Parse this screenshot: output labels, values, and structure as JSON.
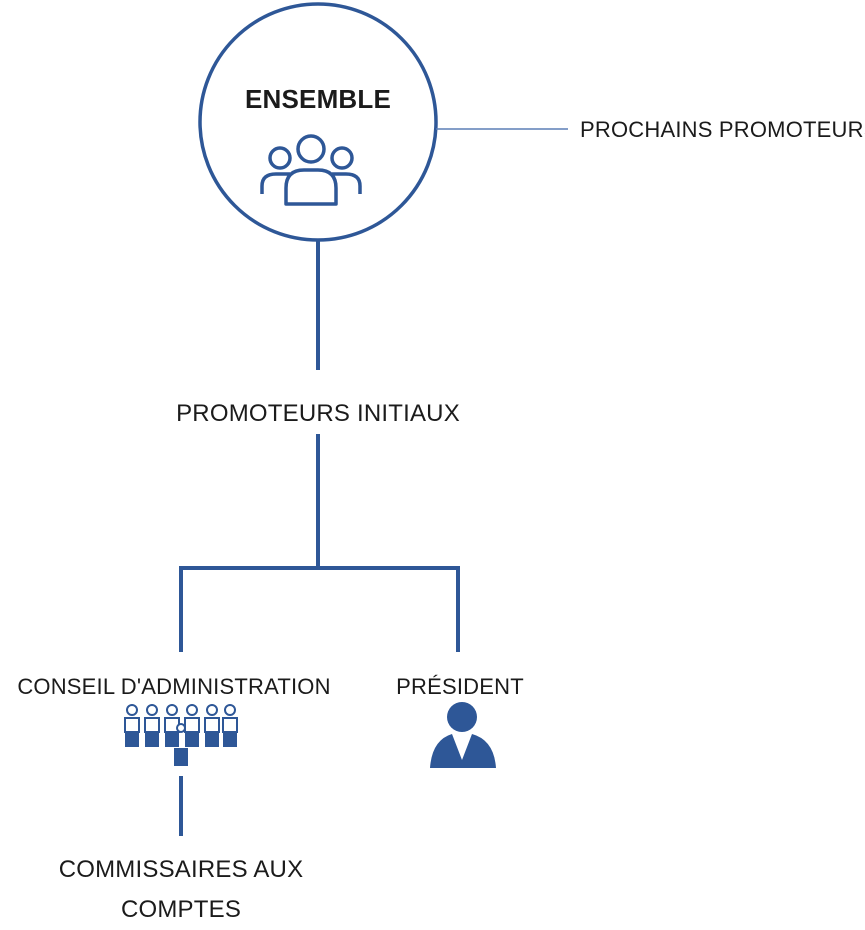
{
  "colors": {
    "accent": "#2e5797",
    "connector_light": "#5c7fb6",
    "text": "#1b1b1b"
  },
  "nodes": {
    "root": {
      "title": "ENSEMBLE",
      "icon": "group-icon"
    },
    "side_node": {
      "label": "PROCHAINS PROMOTEURS"
    },
    "middle_node": {
      "label": "PROMOTEURS INITIAUX"
    },
    "board": {
      "label": "CONSEIL D'ADMINISTRATION",
      "icon": "board-people-icon"
    },
    "president": {
      "label": "PRÉSIDENT",
      "icon": "person-icon"
    },
    "auditors": {
      "label": "COMMISSAIRES AUX COMPTES"
    }
  }
}
